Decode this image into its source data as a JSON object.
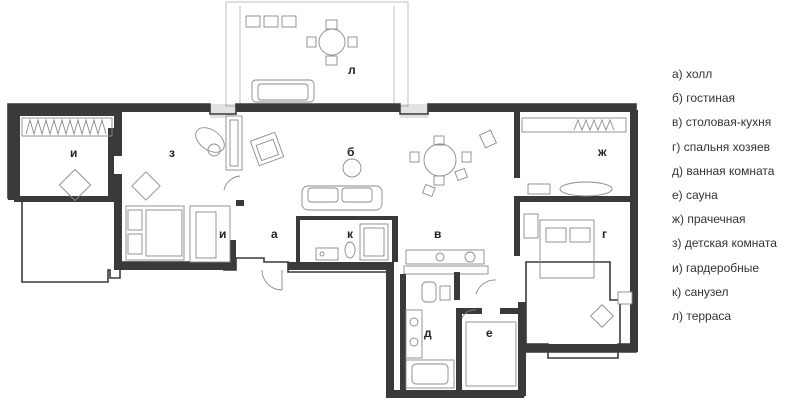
{
  "rooms": {
    "a": "а",
    "b": "б",
    "v": "в",
    "g": "г",
    "d": "д",
    "e": "е",
    "zh": "ж",
    "z": "з",
    "i1": "и",
    "i2": "и",
    "k": "к",
    "l": "л"
  },
  "legend": [
    "а)  холл",
    "б)  гостиная",
    "в)  столовая-кухня",
    "г)  спальня хозяев",
    "д)  ванная комната",
    "е)  сауна",
    "ж)  прачечная",
    "з)  детская комната",
    "и)  гардеробные",
    "к)  санузел",
    "л)  терраса"
  ]
}
